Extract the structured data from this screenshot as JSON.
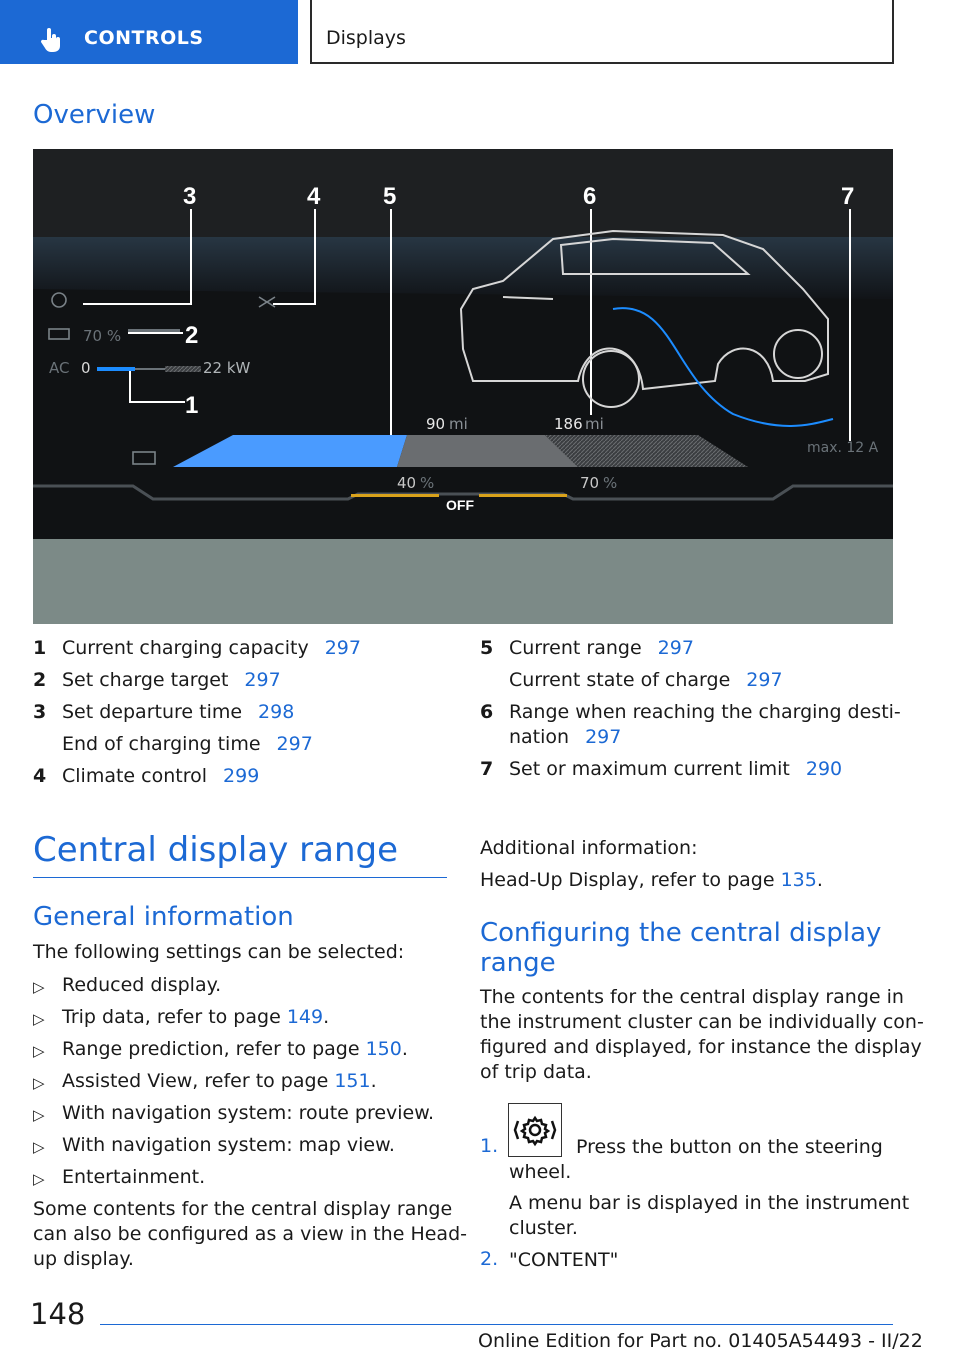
{
  "header": {
    "section": "CONTROLS",
    "chapter": "Displays",
    "section_icon": "hand-pointer-icon"
  },
  "overview_title": "Overview",
  "figure": {
    "callouts": [
      "3",
      "4",
      "5",
      "6",
      "7",
      "2",
      "1"
    ],
    "charge_capacity": "70 %",
    "ac_label": "AC",
    "power_min": "0",
    "power_max": "22 kW",
    "range_90": "90",
    "range_186": "186",
    "unit_mi": "mi",
    "soc_40": "40",
    "soc_70": "70",
    "unit_pct": "%",
    "off_label": "OFF",
    "max_current": "max. 12 A"
  },
  "legend_left": [
    {
      "num": "1",
      "text": "Current charging capacity",
      "page": "297"
    },
    {
      "num": "2",
      "text": "Set charge target",
      "page": "297"
    },
    {
      "num": "3",
      "text": "Set departure time",
      "page": "298"
    },
    {
      "num": "",
      "text": "End of charging time",
      "page": "297"
    },
    {
      "num": "4",
      "text": "Climate control",
      "page": "299"
    }
  ],
  "legend_right": [
    {
      "num": "5",
      "text": "Current range",
      "page": "297"
    },
    {
      "num": "",
      "text": "Current state of charge",
      "page": "297"
    },
    {
      "num": "6",
      "text": "Range when reaching the charging desti-",
      "page": ""
    },
    {
      "num": "",
      "text": "nation",
      "page": "297"
    },
    {
      "num": "7",
      "text": "Set or maximum current limit",
      "page": "290"
    }
  ],
  "section_title": "Central display range",
  "general": {
    "title": "General information",
    "intro": "The following settings can be selected:",
    "bullets": [
      {
        "text": "Reduced display.",
        "page": ""
      },
      {
        "text": "Trip data, refer to page ",
        "page": "149"
      },
      {
        "text": "Range prediction, refer to page ",
        "page": "150"
      },
      {
        "text": "Assisted View, refer to page ",
        "page": "151"
      },
      {
        "text": "With navigation system: route preview.",
        "page": ""
      },
      {
        "text": "With navigation system: map view.",
        "page": ""
      },
      {
        "text": "Entertainment.",
        "page": ""
      }
    ],
    "outro_lines": [
      "Some contents for the central display range",
      "can also be configured as a view in the Head-",
      "up display."
    ]
  },
  "additional": {
    "label": "Additional information:",
    "hud_text": "Head-Up Display, refer to page ",
    "hud_page": "135"
  },
  "configuring": {
    "title_lines": [
      "Configuring the central display",
      "range"
    ],
    "body_lines": [
      "The contents for the central display range in",
      "the instrument cluster can be individually con-",
      "figured and displayed, for instance the display",
      "of trip data."
    ],
    "step1_num": "1.",
    "step1_line1": "Press the button on the steering",
    "step1_line2": "wheel.",
    "step1_note_lines": [
      "A menu bar is displayed in the instrument",
      "cluster."
    ],
    "step1_icon": "gear-settings-icon",
    "step2_num": "2.",
    "step2_text": "\"CONTENT\""
  },
  "footer": {
    "page_number": "148",
    "edition": "Online Edition for Part no. 01405A54493 - II/22"
  }
}
